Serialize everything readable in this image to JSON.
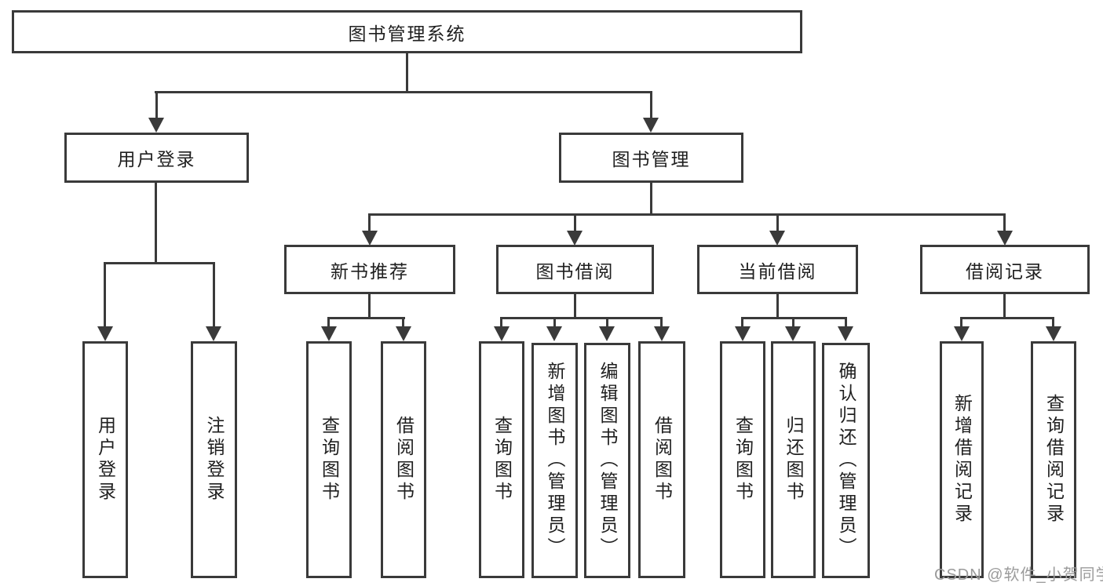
{
  "diagram": {
    "root": "图书管理系统",
    "children": [
      {
        "label": "用户登录",
        "children": [
          "用户登录",
          "注销登录"
        ]
      },
      {
        "label": "图书管理",
        "children": [
          {
            "label": "新书推荐",
            "children": [
              "查询图书",
              "借阅图书"
            ]
          },
          {
            "label": "图书借阅",
            "children": [
              "查询图书",
              "新增图书（管理员）",
              "编辑图书（管理员）",
              "借阅图书"
            ]
          },
          {
            "label": "当前借阅",
            "children": [
              "查询图书",
              "归还图书",
              "确认归还（管理员）"
            ]
          },
          {
            "label": "借阅记录",
            "children": [
              "新增借阅记录",
              "查询借阅记录"
            ]
          }
        ]
      }
    ]
  },
  "watermark": "CSDN @软件_小贺同学",
  "colors": {
    "line": "#3a3a3a",
    "text": "#1f1f1f",
    "watermark": "#9b9b9b",
    "background": "#ffffff"
  }
}
